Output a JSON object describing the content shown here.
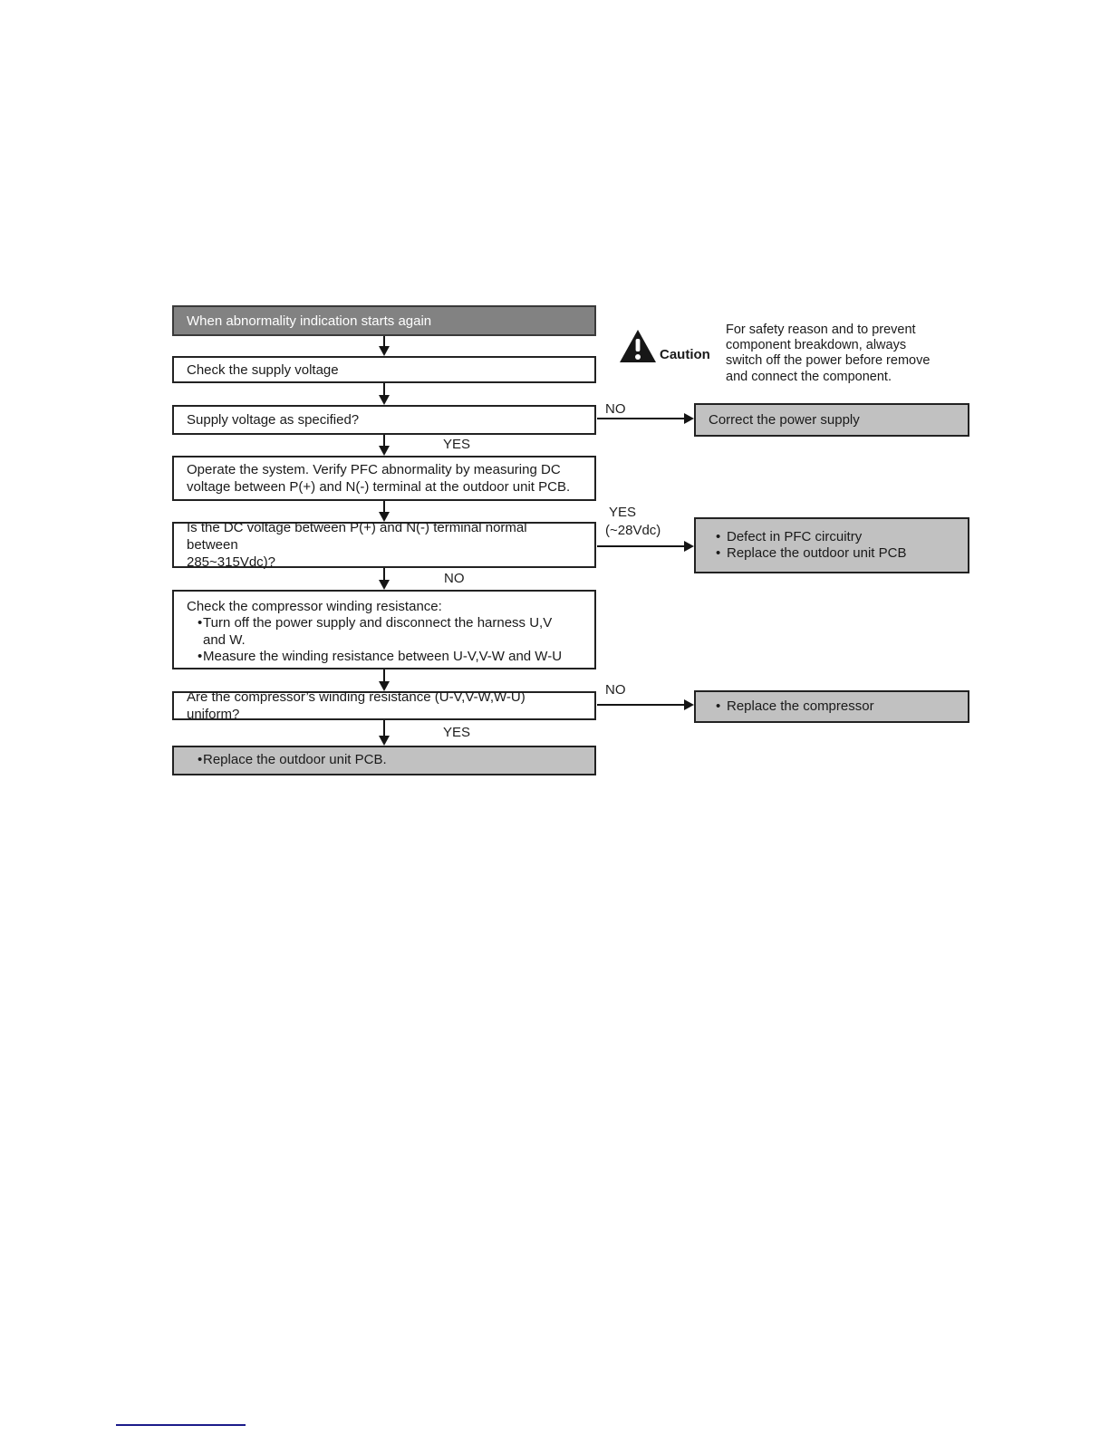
{
  "caution": {
    "icon": "warning-triangle-icon",
    "label": "Caution",
    "text": "For safety reason and to prevent\ncomponent breakdown, always\nswitch off the power before remove\nand connect the component."
  },
  "glyphs": {
    "bullet": "•"
  },
  "flow": {
    "start": "When abnormality indication starts again",
    "check_supply": "Check the supply voltage",
    "supply_q": "Supply voltage as specified?",
    "operate": "Operate the system. Verify PFC abnormality by measuring DC\nvoltage between P(+) and N(-) terminal at the outdoor unit PCB.",
    "dc_q": "Is the DC voltage between P(+) and N(-) terminal normal between\n285~315Vdc)?",
    "winding_title": "Check the compressor winding resistance:",
    "winding_step1": "Turn off the power supply and disconnect the harness U,V\nand W.",
    "winding_step2": "Measure the winding resistance between U-V,V-W and W-U",
    "uniform_q": "Are the compressor’s winding resistance (U-V,V-W,W-U) uniform?",
    "correct_supply": "Correct the power supply",
    "pfc_defect": "Defect in PFC circuitry",
    "pfc_replace": "Replace the outdoor unit PCB",
    "replace_compressor": "Replace the compressor",
    "replace_pcb": "Replace the outdoor unit PCB.",
    "labels": {
      "no_supply": "NO",
      "yes_supply": "YES",
      "yes_dc": "YES",
      "yes_dc_sub": "(~28Vdc)",
      "no_dc": "NO",
      "no_uniform": "NO",
      "yes_uniform": "YES"
    }
  },
  "colors": {
    "header_fill": "#828282",
    "result_fill": "#c1c1c1",
    "line": "#151515",
    "link_line": "#1b1b8a"
  }
}
